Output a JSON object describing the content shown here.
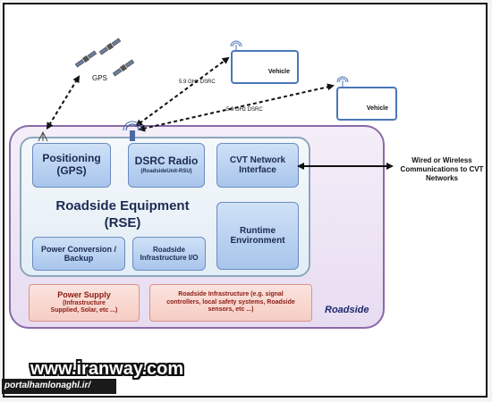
{
  "labels": {
    "gps": "GPS",
    "vehicle_1": "Vehicle",
    "vehicle_2": "Vehicle",
    "dsrc_link_1": "5.9 GHz DSRC",
    "dsrc_link_2": "5.9 GHz DSRC",
    "wired_wireless": "Wired or Wireless Communications to CVT Networks",
    "roadside": "Roadside"
  },
  "rse": {
    "title_line1": "Roadside Equipment",
    "title_line2": "(RSE)",
    "positioning_line1": "Positioning",
    "positioning_line2": "(GPS)",
    "dsrc_title": "DSRC Radio",
    "dsrc_sub": "(RoadsideUnit-RSU)",
    "cvt_line1": "CVT Network",
    "cvt_line2": "Interface",
    "runtime_line1": "Runtime",
    "runtime_line2": "Environment",
    "power_conv_line1": "Power Conversion /",
    "power_conv_line2": "Backup",
    "infra_io_line1": "Roadside",
    "infra_io_line2": "Infrastructure I/O"
  },
  "roadside_boxes": {
    "power_supply_line1": "Power Supply",
    "power_supply_line2": "(Infrastructure",
    "power_supply_line3": "Supplied, Solar, etc ...)",
    "infra_line1": "Roadside Infrastructure (e.g. signal",
    "infra_line2": "controllers, local safety systems, Roadside",
    "infra_line3": "sensors, etc ...)"
  },
  "watermarks": {
    "site": "www.iranway.com",
    "portal": "portalhamlonaghl.ir/"
  },
  "colors": {
    "blue_box_border": "#6a8cc0",
    "pink_box_text": "#8a1b12",
    "roadside_border": "#8a6aa6",
    "vehicle_border": "#4a77b8",
    "roadside_text": "#1b2a6b"
  },
  "icons": [
    "satellite-icon",
    "antenna-icon",
    "arrow-icon"
  ]
}
